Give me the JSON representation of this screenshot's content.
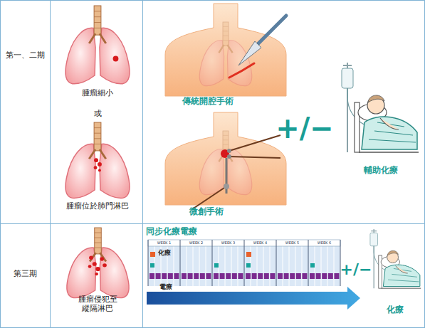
{
  "diagram": {
    "nodes": [
      {
        "text": [
          "第一、二期"
        ]
      },
      {
        "text": [
          "腫瘤細小",
          "或",
          "腫瘤位於肺門淋巴"
        ]
      },
      {
        "text": [
          "傳統開腔手術",
          "微創手術",
          "+/−",
          "輔助化療"
        ]
      },
      {
        "text": [
          "第三期"
        ]
      },
      {
        "text": [
          "腫瘤侵犯至縱隔淋巴"
        ]
      },
      {
        "text": [
          "同步化療電療",
          "+/−",
          "化療"
        ]
      },
      {
        "text": [
          "化療",
          "電療"
        ],
        "in": 5
      }
    ],
    "labels": [
      "WEEK 1",
      "WEEK 2",
      "WEEK 3",
      "WEEK 4",
      "WEEK 5",
      "WEEK 6"
    ]
  }
}
